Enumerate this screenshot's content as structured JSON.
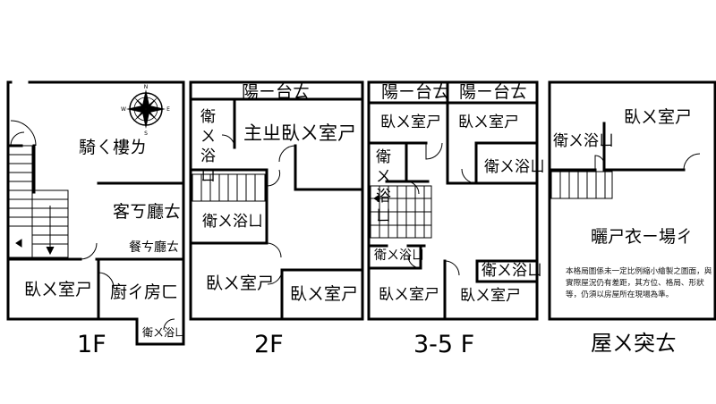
{
  "plan": {
    "floors": [
      {
        "label": "1F",
        "rooms": [
          {
            "key": "arcade",
            "label": "騎ㄑ樓ㄌ"
          },
          {
            "key": "living",
            "label": "客ㄎ廳ㄊ"
          },
          {
            "key": "dining",
            "label": "餐ㄘ廳ㄊ"
          },
          {
            "key": "bedroom",
            "label": "臥ㄨ室ㄕ"
          },
          {
            "key": "kitchen",
            "label": "廚ㄔ房ㄈ"
          },
          {
            "key": "bath",
            "label": "衛ㄨ浴ㄩ"
          }
        ]
      },
      {
        "label": "2F",
        "rooms": [
          {
            "key": "balcony",
            "label": "陽ㄧ台ㄊ"
          },
          {
            "key": "master-bath",
            "label": "衛ㄨ浴ㄩ"
          },
          {
            "key": "master-bedroom",
            "label": "主ㄓ臥ㄨ室ㄕ"
          },
          {
            "key": "bath",
            "label": "衛ㄨ浴ㄩ"
          },
          {
            "key": "bedroom-left",
            "label": "臥ㄨ室ㄕ"
          },
          {
            "key": "bedroom-right",
            "label": "臥ㄨ室ㄕ"
          }
        ]
      },
      {
        "label": "3-5 F",
        "rooms": [
          {
            "key": "balcony-left",
            "label": "陽ㄧ台ㄊ"
          },
          {
            "key": "balcony-right",
            "label": "陽ㄧ台ㄊ"
          },
          {
            "key": "bedroom-top-left",
            "label": "臥ㄨ室ㄕ"
          },
          {
            "key": "bedroom-top-right",
            "label": "臥ㄨ室ㄕ"
          },
          {
            "key": "bath-small",
            "label": "衛ㄨ浴ㄩ"
          },
          {
            "key": "bath-right",
            "label": "衛ㄨ浴ㄩ"
          },
          {
            "key": "bath-mid",
            "label": "衛ㄨ浴ㄩ"
          },
          {
            "key": "bath-lower",
            "label": "衛ㄨ浴ㄩ"
          },
          {
            "key": "bedroom-bottom-left",
            "label": "臥ㄨ室ㄕ"
          },
          {
            "key": "bedroom-bottom-right",
            "label": "臥ㄨ室ㄕ"
          }
        ]
      },
      {
        "label": "屋ㄨ突ㄊ",
        "rooms": [
          {
            "key": "bedroom",
            "label": "臥ㄨ室ㄕ"
          },
          {
            "key": "bath",
            "label": "衛ㄨ浴ㄩ"
          },
          {
            "key": "drying",
            "label": "曬ㄕ衣ㄧ場ㄔ"
          }
        ]
      }
    ],
    "disclaimer": "本格局圖係未一定比例縮小繪製之圖面，與實際屋況仍有差距，其方位、格局、形狀等，仍須以房屋所在現場為準。",
    "compass": {
      "labels": [
        "N",
        "E",
        "S",
        "W"
      ]
    },
    "colors": {
      "line": "#000000",
      "background": "#ffffff"
    }
  }
}
